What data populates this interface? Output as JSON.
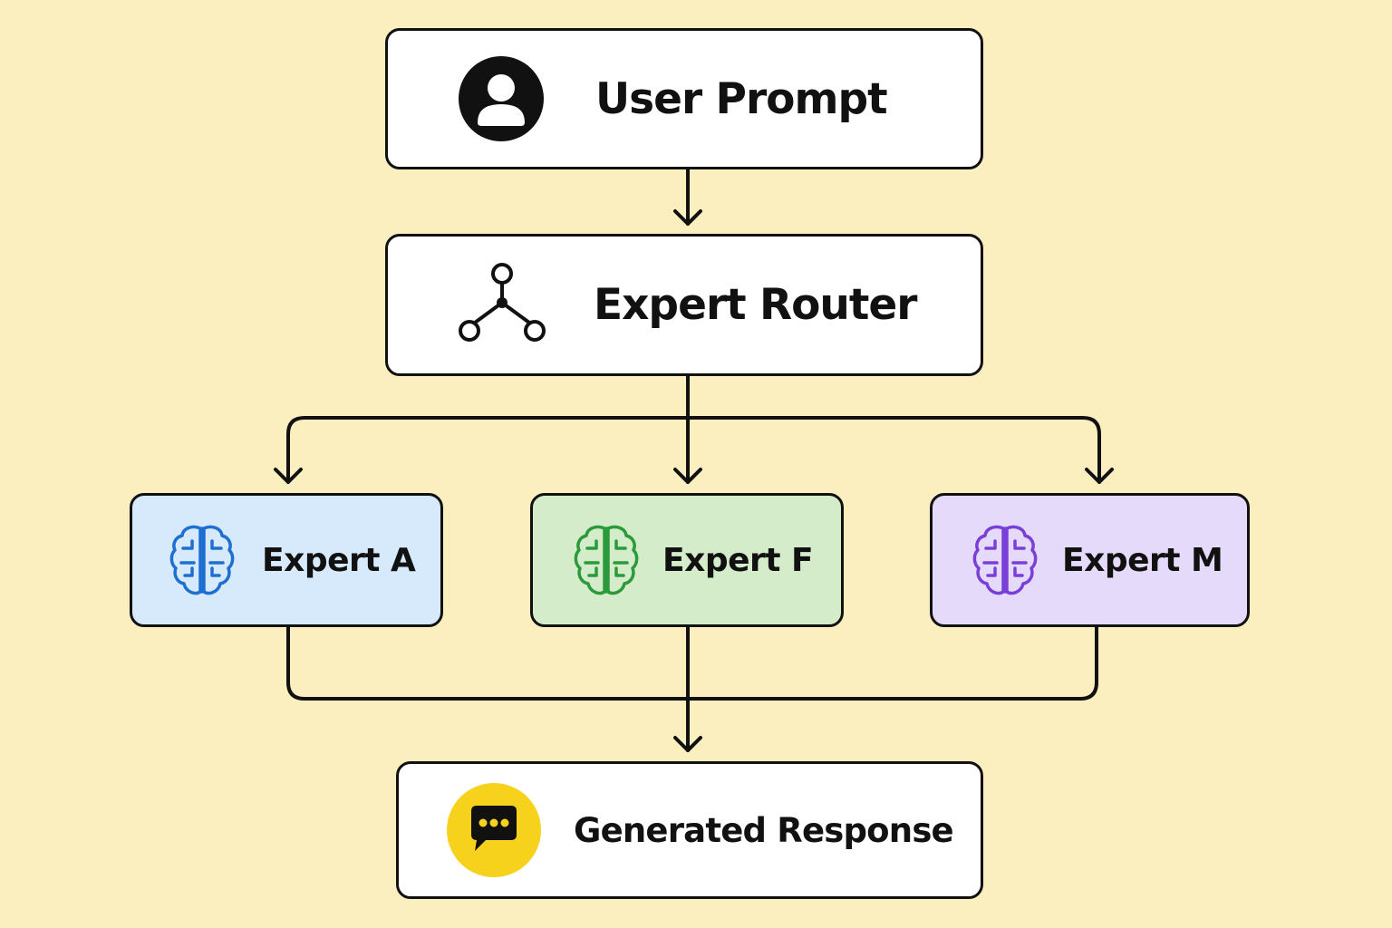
{
  "background": "#fbefc0",
  "nodes": {
    "user_prompt": {
      "label": "User Prompt",
      "icon": "user-icon",
      "fill": "#ffffff"
    },
    "router": {
      "label": "Expert Router",
      "icon": "router-icon",
      "fill": "#ffffff"
    },
    "experts": [
      {
        "label": "Expert A",
        "icon": "brain-icon",
        "fill": "#d6eafc",
        "icon_color": "#1e6fd0"
      },
      {
        "label": "Expert F",
        "icon": "brain-icon",
        "fill": "#d4ecc9",
        "icon_color": "#2b9a3a"
      },
      {
        "label": "Expert M",
        "icon": "brain-icon",
        "fill": "#e6dafb",
        "icon_color": "#7a3fd6"
      }
    ],
    "response": {
      "label": "Generated Response",
      "icon": "chat-bubble-icon",
      "fill": "#ffffff",
      "icon_color": "#f7d21d"
    }
  },
  "edges": [
    {
      "from": "User Prompt",
      "to": "Expert Router"
    },
    {
      "from": "Expert Router",
      "to": "Expert A"
    },
    {
      "from": "Expert Router",
      "to": "Expert F"
    },
    {
      "from": "Expert Router",
      "to": "Expert M"
    },
    {
      "from": "Expert A",
      "to": "Generated Response"
    },
    {
      "from": "Expert F",
      "to": "Generated Response"
    },
    {
      "from": "Expert M",
      "to": "Generated Response"
    }
  ]
}
